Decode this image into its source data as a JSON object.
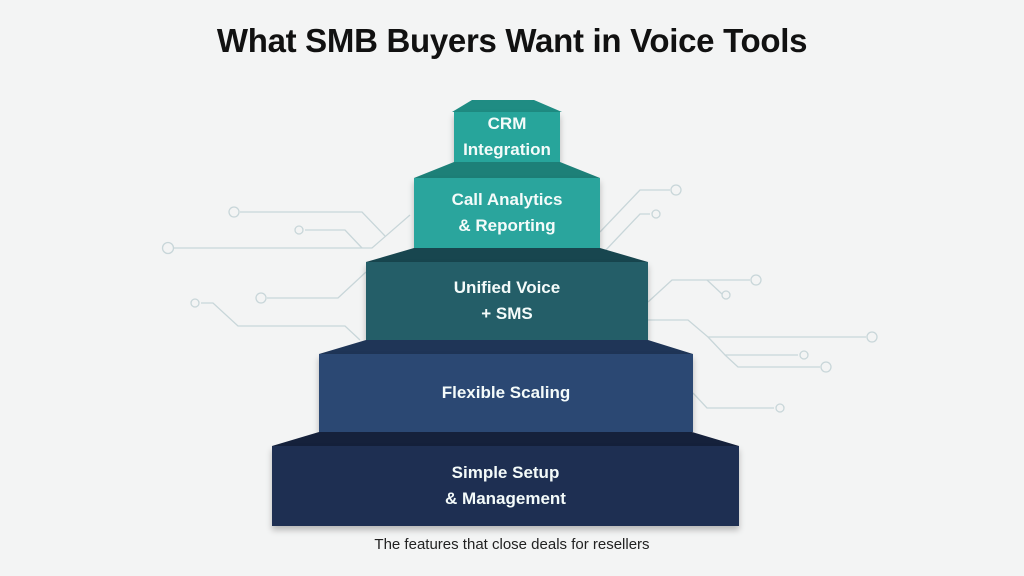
{
  "title": "What SMB Buyers Want in Voice Tools",
  "caption": "The features that close deals for resellers",
  "tiers": [
    {
      "label": "CRM\nIntegration",
      "color": "#27a59b"
    },
    {
      "label": "Call Analytics\n& Reporting",
      "color": "#2aa59d"
    },
    {
      "label": "Unified Voice\n+ SMS",
      "color": "#245e68"
    },
    {
      "label": "Flexible Scaling",
      "color": "#2b4873"
    },
    {
      "label": "Simple Setup\n& Management",
      "color": "#1e2f52"
    }
  ],
  "colors": {
    "background": "#f3f4f4",
    "circuit": "#c5d3d6"
  }
}
